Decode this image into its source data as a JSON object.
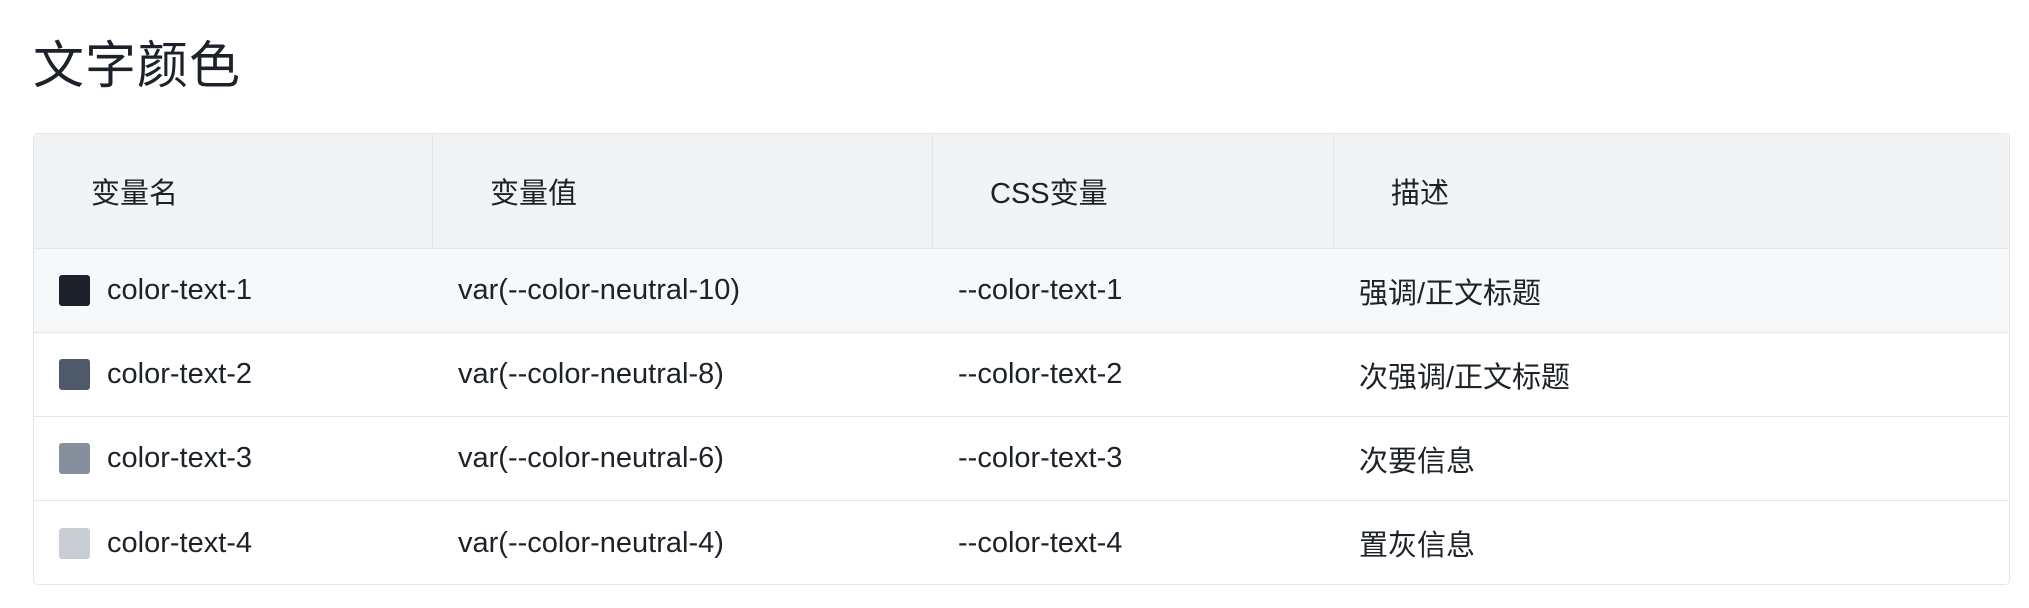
{
  "page": {
    "title": "文字颜色"
  },
  "table": {
    "headers": [
      "变量名",
      "变量值",
      "CSS变量",
      "描述"
    ],
    "rows": [
      {
        "name": "color-text-1",
        "value": "var(--color-neutral-10)",
        "css_var": "--color-text-1",
        "description": "强调/正文标题",
        "swatch": "#1d2129"
      },
      {
        "name": "color-text-2",
        "value": "var(--color-neutral-8)",
        "css_var": "--color-text-2",
        "description": "次强调/正文标题",
        "swatch": "#4e5969"
      },
      {
        "name": "color-text-3",
        "value": "var(--color-neutral-6)",
        "css_var": "--color-text-3",
        "description": "次要信息",
        "swatch": "#86909c"
      },
      {
        "name": "color-text-4",
        "value": "var(--color-neutral-4)",
        "css_var": "--color-text-4",
        "description": "置灰信息",
        "swatch": "#c9cdd4"
      }
    ]
  }
}
